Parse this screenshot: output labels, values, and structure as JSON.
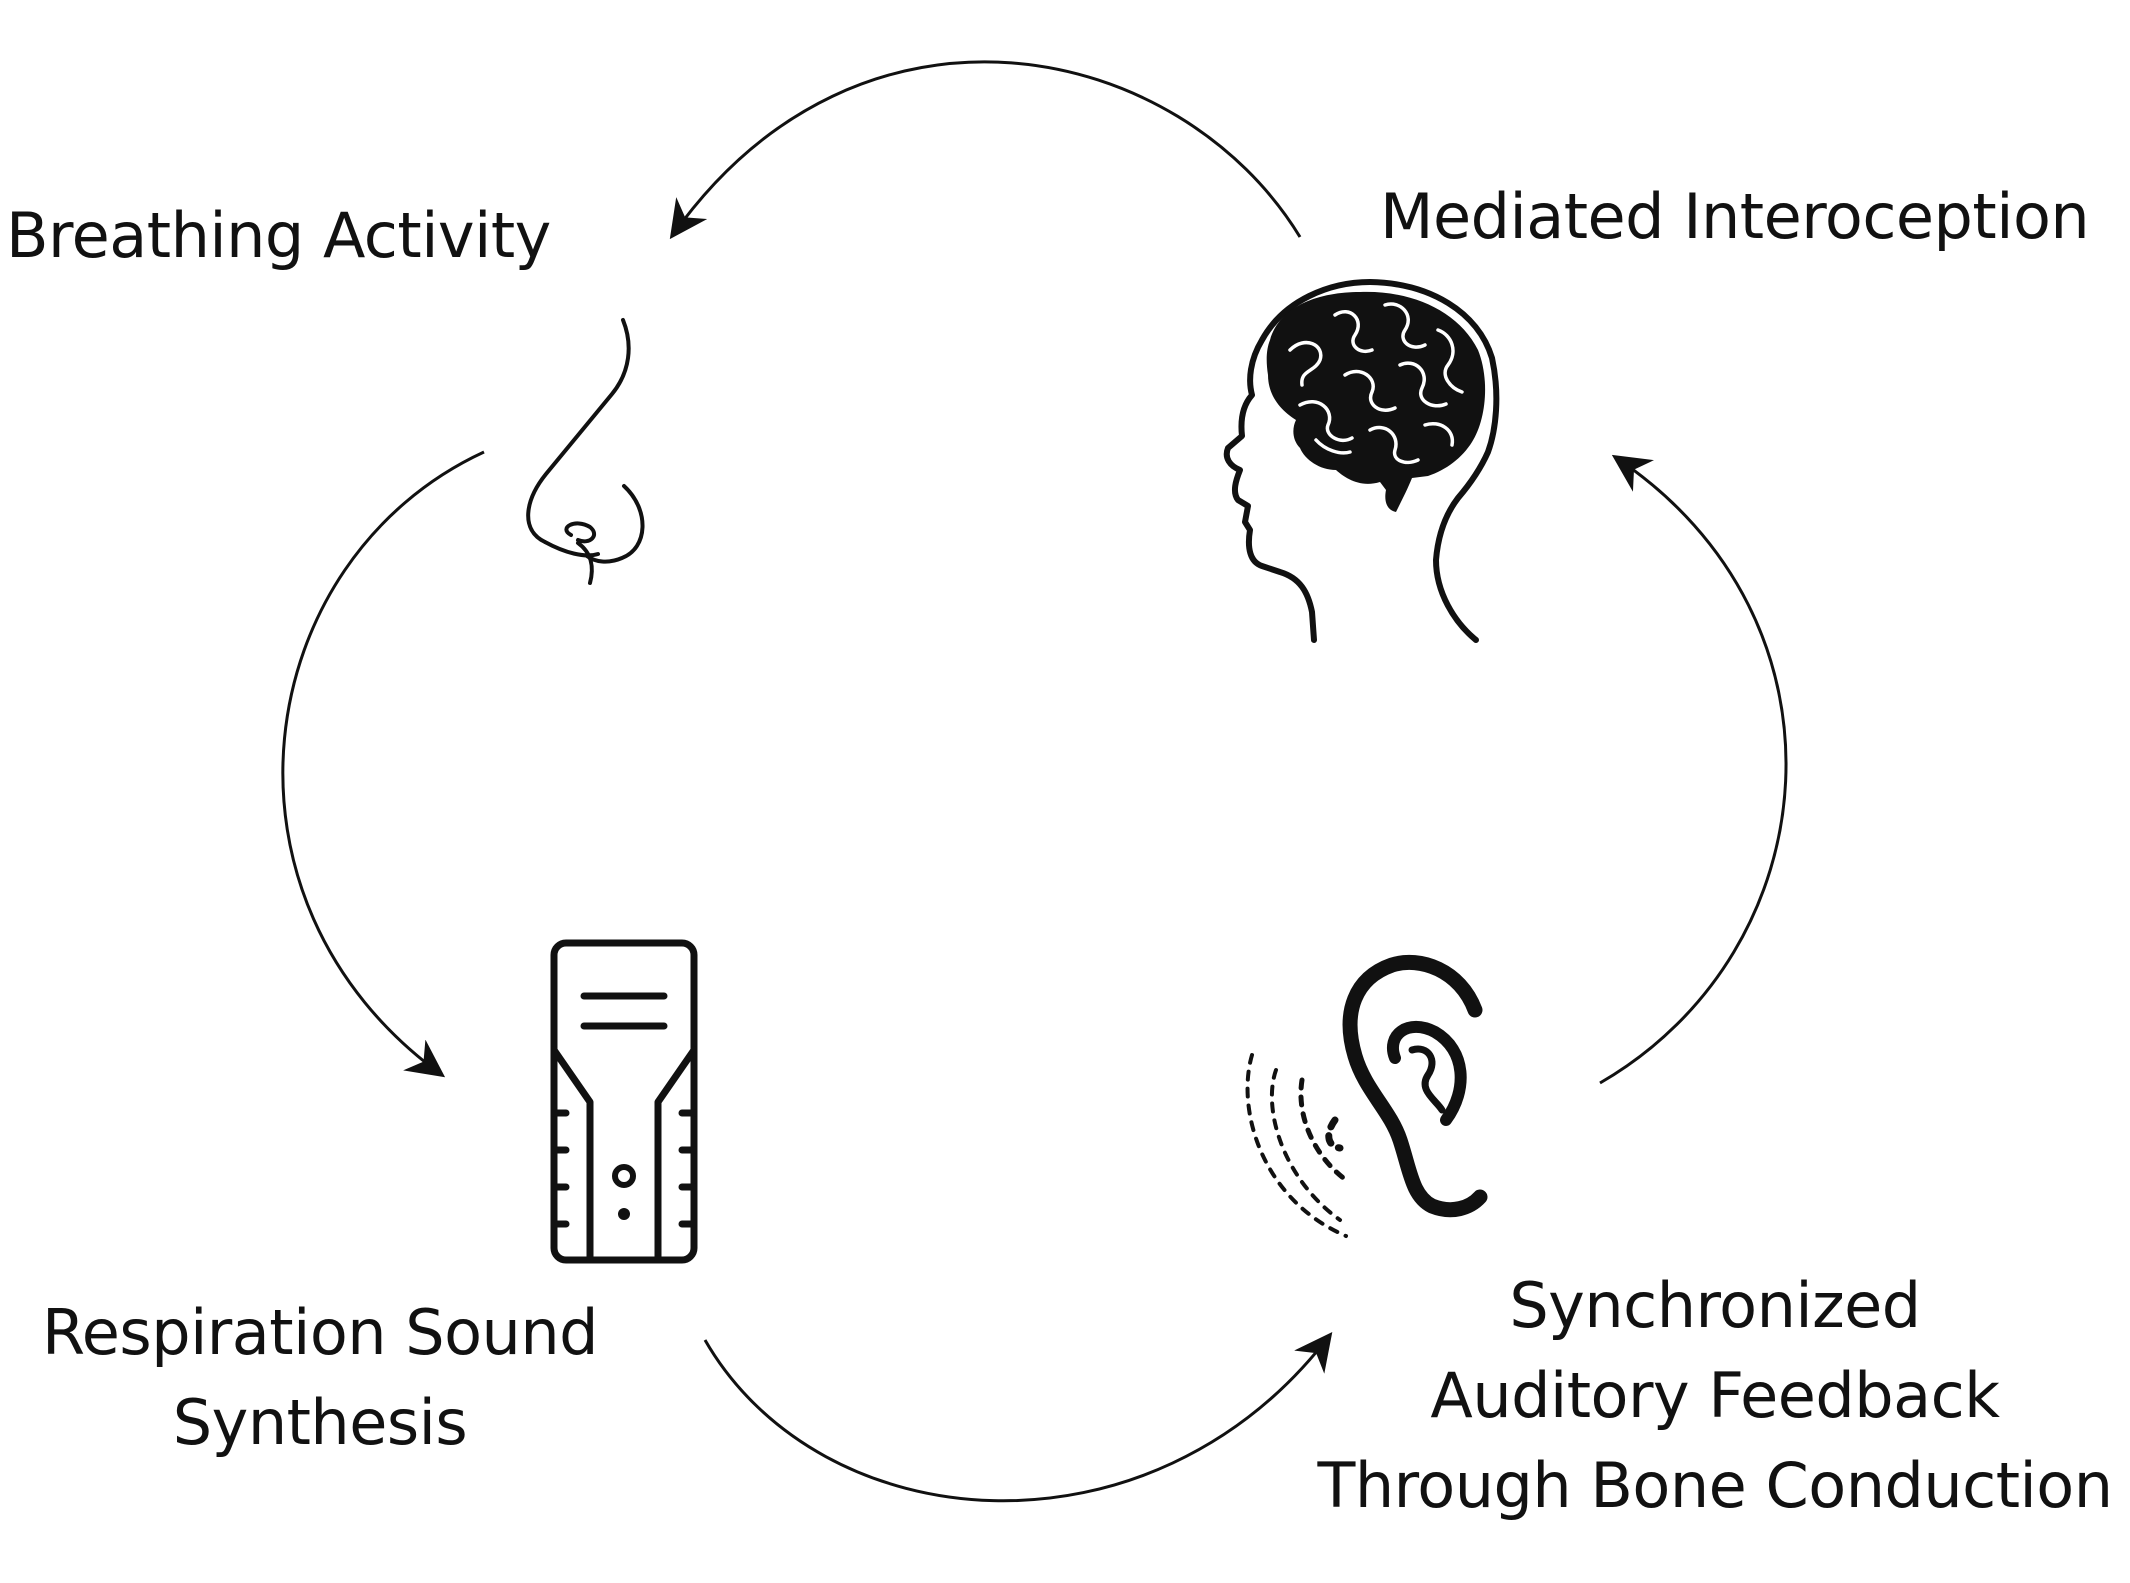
{
  "nodes": {
    "breathing": {
      "label": "Breathing Activity",
      "icon": "nose-icon"
    },
    "mediated": {
      "label": "Mediated Interoception",
      "icon": "head-brain-icon"
    },
    "respiration": {
      "lines": [
        "Respiration Sound",
        "Synthesis"
      ],
      "icon": "computer-tower-icon"
    },
    "feedback": {
      "lines": [
        "Synchronized",
        "Auditory Feedback",
        "Through Bone Conduction"
      ],
      "icon": "ear-sound-icon"
    }
  },
  "colors": {
    "ink": "#111111",
    "background": "#ffffff"
  }
}
